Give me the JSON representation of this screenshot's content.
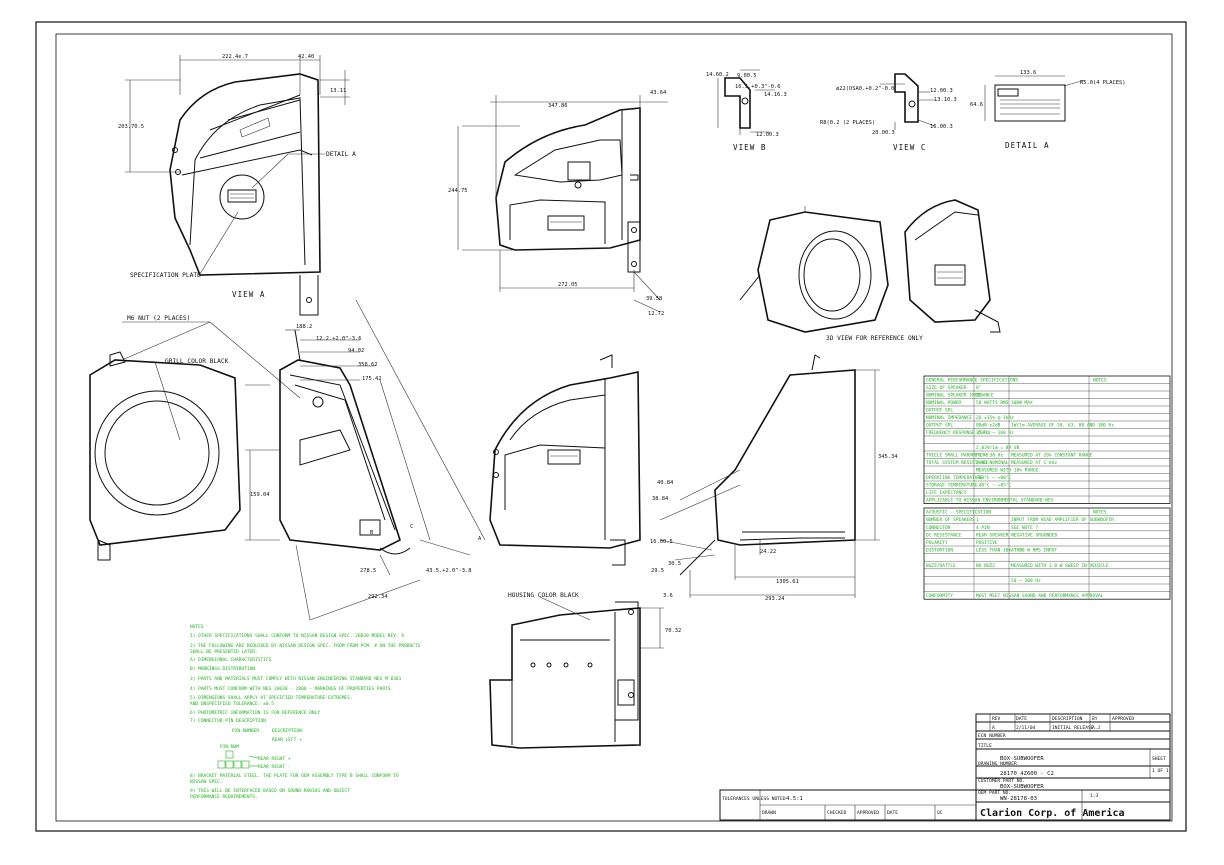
{
  "sheet": {
    "views": {
      "view_a": "VIEW A",
      "view_b": "VIEW B",
      "view_c": "VIEW C",
      "detail_a": "DETAIL A",
      "view_3d_note": "3D VIEW FOR REFERENCE ONLY"
    },
    "labels": {
      "detail_a_callout": "DETAIL A",
      "spec_plate": "SPECIFICATION PLATE",
      "m6_nut": "M6 NUT (2 PLACES)",
      "grill_color": "GRILL COLOR BLACK",
      "housing_color": "HOUSING COLOR BLACK",
      "place4": "R5.0(4 PLACES)",
      "rip": "R8(0.2 (2 PLACES)"
    },
    "dims": {
      "va_top": "222.4ϵ.7",
      "va_right": "42.40",
      "va_r2": "13.11",
      "va_height": "203.70.5",
      "front_w": "347.86",
      "front_r": "43.64",
      "front_h": "244.75",
      "front_bottom": "272.05",
      "front_b2": "39.58",
      "front_b3": "12.72",
      "vb_a": "14.60.2",
      "vb_b": "9.00.5",
      "vb_c": "16.5.+0.3^-0.6",
      "vb_d": "14.16.3",
      "vb_e": "12.00.3",
      "vc_a": "ø22(OSA0.+0.2^-0.0",
      "vc_b": "12.00.3",
      "vc_c": "13.10.3",
      "vc_d": "20.00.3",
      "vc_e": "16.00.3",
      "da_a": "133.6",
      "da_b": "64.6",
      "side_a": "188.2",
      "side_b": "12.2.+2.0^-3.6",
      "side_c": "94.02",
      "side_d": "358.62",
      "side_e": "175.42",
      "side_f": "159.04",
      "side_g": "292.34",
      "side_h": "278.5",
      "side_i": "43.5.+2.0^-3.8",
      "rv_a": "345.34",
      "rv_b": "40.84",
      "rv_c": "38.84",
      "rv_d": "16.00.5",
      "rv_e": "30.5",
      "rv_f": "29.5",
      "rv_g": "24.22",
      "rv_h": "1305.61",
      "rv_i": "293.24",
      "rv_j": "3.6",
      "bottom_h": "70.32"
    },
    "notes": {
      "title": "NOTES",
      "lines": [
        "1) OTHER SPECIFICATIONS SHALL CONFORM TO NISSAN DESIGN SPEC. 28030 MODEL REV. A",
        "2) THE FOLLOWING ARE REQUIRED BY NISSAN DESIGN SPEC. FROM FROM PCM. # ON THE PRODUCTS",
        "      SHALL BE PRESENTED LATER.",
        "   A) DIMENSIONAL CHARACTERISTICS",
        "   B) MARKINGS DISTRIBUTION",
        "3) PARTS AND MATERIALS MUST COMPLY WITH NISSAN ENGINEERING STANDARD NES M 0301",
        "4) PARTS MUST CONFORM WITH NES 28030 - 2000 - MARKINGS OF PROPERTIES PARTS.",
        "5) DIMENSIONS SHALL APPLY AT SPECIFIED TEMPERATURE EXTREMES.",
        "   AND UNSPECIFIED TOLERANCE: ±0.5",
        "6) PHOTOMETRIC INFORMATION IS FOR REFERENCE ONLY",
        "7) CONNECTOR PIN DESCRIPTION"
      ],
      "pin_head_a": "PIN NUMBER",
      "pin_head_b": "DESCRIPTION",
      "pin_rows": [
        "REAR LEFT +",
        "REAR RIGHT +",
        "REAR RIGHT -"
      ],
      "pin_note": "PIN NUM",
      "final_lines": [
        "8) BRACKET MATERIAL STEEL. THE PLATE FOR OEM ASSEMBLY TYPE B SHALL CONFORM TO",
        "   NISSAN SPEC.",
        "9) THIS WILL BE INTERFACED BASED ON SOUND RADIUS AND OBJECT",
        "   PERFORMANCE REQUIREMENTS."
      ]
    },
    "spec_table_1": {
      "header_left": "GENERAL PERFORMANCE SPECIFICATIONS",
      "header_right": "NOTES",
      "rows": [
        [
          "SIZE OF SPEAKER",
          "8\"",
          "",
          ""
        ],
        [
          "NOMINAL SPEAKER IMPEDANCE",
          "2Ω",
          "",
          ""
        ],
        [
          "NOMINAL POWER",
          "50 WATTS RMS",
          "100W MAX",
          ""
        ],
        [
          "OUTPUT SPL",
          "",
          "",
          ""
        ],
        [
          "NOMINAL IMPEDANCE",
          "2Ω ±15% @ 1kHz",
          "",
          ""
        ],
        [
          "OUTPUT SPL",
          "88dB ±2dB",
          "1W/1m AVERAGE OF 50, 63, 80 AND 100 Hz",
          ""
        ],
        [
          "FREQUENCY RESPONSE (SPL)",
          "35 Hz ~ 160 Hz",
          "",
          ""
        ],
        [
          "",
          "",
          "",
          ""
        ],
        [
          "",
          "2.83V/1m = 89 dB",
          "",
          ""
        ],
        [
          "THIELE SMALL PARAMETERS",
          "Fs = 38 Hz",
          "MEASURED AT 20% CONSTANT RANGE",
          ""
        ],
        [
          "TOTAL SYSTEM RESISTANCE",
          "1.8Ω NOMINAL",
          "MEASURED AT 1 kHz",
          ""
        ],
        [
          "",
          "MEASURED WITH 30% RANGE",
          "",
          ""
        ],
        [
          "OPERATING TEMPERATURE",
          "-30°C ~ +80°C",
          "",
          ""
        ],
        [
          "STORAGE TEMPERATURE",
          "-40°C ~ +85°C",
          "",
          ""
        ],
        [
          "LIFE EXPECTANCY",
          "",
          "",
          ""
        ],
        [
          "APPLICABLE TO NISSAN ENVIRONMENTAL STANDARD NES",
          "",
          "",
          ""
        ]
      ]
    },
    "spec_table_2": {
      "header_left": "ACOUSTIC - SPECIFICATION",
      "header_right": "NOTES",
      "rows": [
        [
          "NUMBER OF SPEAKERS",
          "1",
          "INPUT FROM HEAD AMPLIFIER OF SUBWOOFER",
          ""
        ],
        [
          "CONNECTOR",
          "4 PIN",
          "SEE NOTE 7",
          ""
        ],
        [
          "DC RESISTANCE",
          "REAR SPEAKER NEGATIVE GROUNDED",
          "",
          ""
        ],
        [
          "POLARITY",
          "POSITIVE",
          "",
          ""
        ],
        [
          "DISTORTION",
          "LESS THAN 10% THD",
          "AT 50 W RMS INPUT",
          ""
        ],
        [
          "",
          "",
          "",
          ""
        ],
        [
          "BUZZ/RATTLE",
          "NO BUZZ",
          "MEASURED WITH 1.0 W SWEEP IN VEHICLE",
          ""
        ],
        [
          "",
          "",
          "",
          ""
        ],
        [
          "",
          "",
          "50 ~ 300 Hz",
          ""
        ],
        [
          "",
          "",
          "",
          ""
        ],
        [
          "CONFORMITY",
          "MUST MEET NISSAN SOUND AND PERFORMANCE APPROVAL",
          "",
          ""
        ]
      ]
    },
    "title_block": {
      "rev_cols": [
        "REV",
        "DATE",
        "DESCRIPTION",
        "BY",
        "APPROVED"
      ],
      "rev_row": [
        "A",
        "2/11/04",
        "INITIAL RELEASE",
        "A.J",
        ""
      ],
      "ecn": "ECN NUMBER",
      "title_label": "TITLE",
      "title": "BOX-SUBWOOFER",
      "drawing_no_label": "DRAWING NUMBER",
      "drawing_no": "28170 4Z600 - C2",
      "customer_label": "CUSTOMER PART NO.",
      "customer": "BOX-SUBWOOFER",
      "oem_label": "OEM PART NO.",
      "oem_no": "WN-28178-03",
      "sheet_label": "SHEET",
      "sheet_value": "1 OF 1",
      "scale": "1:3",
      "company": "Clarion Corp. of America",
      "left_box_a": "TOLERANCES UNLESS NOTED",
      "left_box_b": "4.5:1",
      "small": [
        "DRAWN",
        "CHECKED",
        "APPROVED",
        "DATE",
        "QC"
      ]
    }
  }
}
